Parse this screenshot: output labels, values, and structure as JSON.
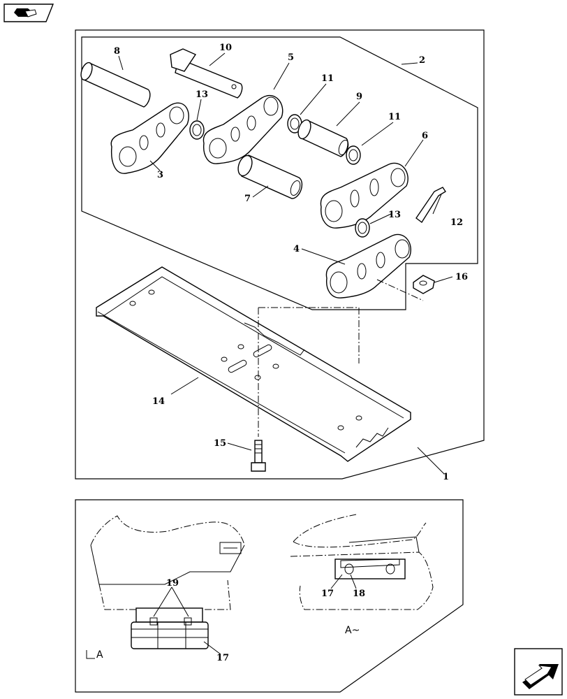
{
  "callouts": {
    "c1": "1",
    "c2": "2",
    "c3": "3",
    "c4": "4",
    "c5": "5",
    "c6": "6",
    "c7": "7",
    "c8": "8",
    "c9": "9",
    "c10": "10",
    "c11a": "11",
    "c11b": "11",
    "c12": "12",
    "c13a": "13",
    "c13b": "13",
    "c14": "14",
    "c15": "15",
    "c16": "16",
    "c17a": "17",
    "c17b": "17",
    "c18": "18",
    "c19": "19"
  },
  "views": {
    "view_a_mark": "A",
    "view_a_caption": "A~"
  },
  "icons": {
    "top_left": "catalog-book-icon",
    "bottom_right": "next-page-arrow-icon"
  }
}
